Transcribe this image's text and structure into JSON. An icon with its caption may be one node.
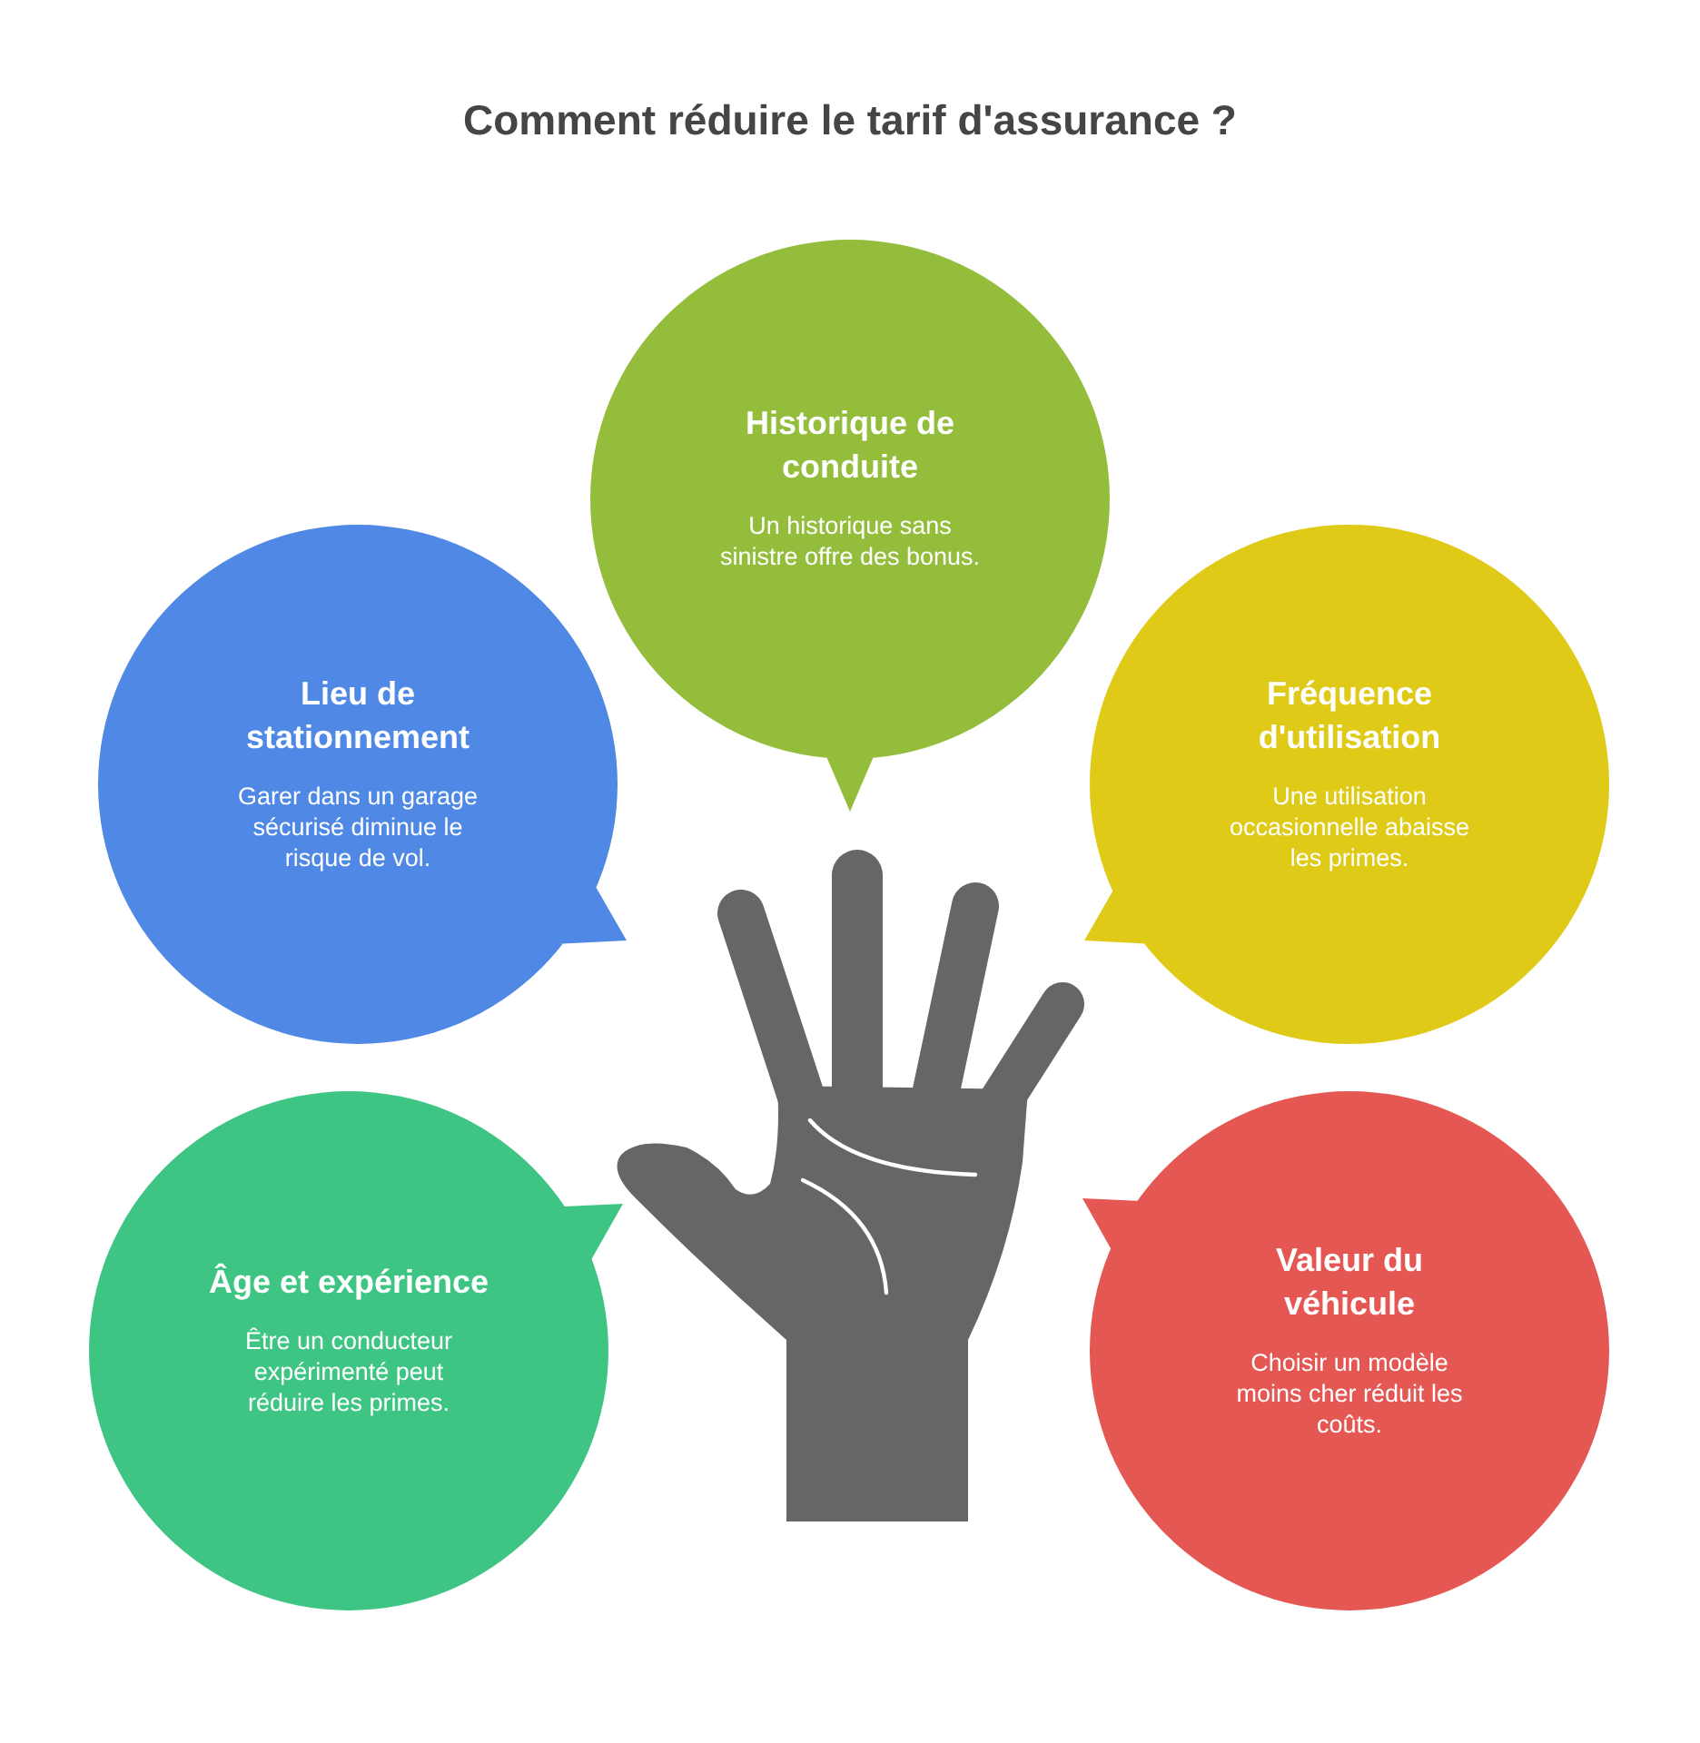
{
  "diagram": {
    "title": "Comment réduire le tarif d'assurance ?",
    "nodes": [
      {
        "text": [
          "Historique de conduite",
          "Un historique sans sinistre offre des bonus."
        ]
      },
      {
        "text": [
          "Lieu de stationnement",
          "Garer dans un garage sécurisé diminue le risque de vol."
        ]
      },
      {
        "text": [
          "Fréquence d'utilisation",
          "Une utilisation occasionnelle abaisse les primes."
        ]
      },
      {
        "text": [
          "Âge et expérience",
          "Être un conducteur expérimenté peut réduire les primes."
        ]
      },
      {
        "text": [
          "Valeur du véhicule",
          "Choisir un modèle moins cher réduit les coûts."
        ]
      }
    ]
  }
}
